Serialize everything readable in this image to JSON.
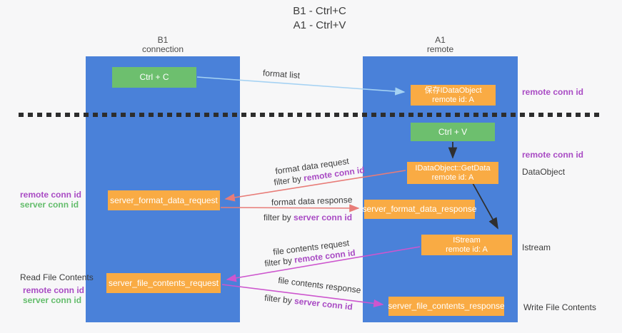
{
  "title": {
    "line1": "B1 - Ctrl+C",
    "line2": "A1 - Ctrl+V"
  },
  "lanes": {
    "left": {
      "name": "B1",
      "role": "connection"
    },
    "right": {
      "name": "A1",
      "role": "remote"
    }
  },
  "nodes": {
    "ctrl_c": {
      "label": "Ctrl + C"
    },
    "ctrl_v": {
      "label": "Ctrl + V"
    },
    "save_idataobject": {
      "line1": "保存IDataObject",
      "line2": "remote id: A"
    },
    "getdata": {
      "line1": "IDataObject::GetData",
      "line2": "remote id: A"
    },
    "istream": {
      "line1": "IStream",
      "line2": "remote id: A"
    },
    "server_format_data_request": {
      "label": "server_format_data_request"
    },
    "server_format_data_response": {
      "label": "server_format_data_response"
    },
    "server_file_contents_request": {
      "label": "server_file_contents_request"
    },
    "server_file_contents_response": {
      "label": "server_file_contents_response"
    }
  },
  "flow_labels": {
    "format_list": "format list",
    "format_data_request": "format data request",
    "filter_by_remote_1": {
      "prefix": "filter by ",
      "value": "remote conn id"
    },
    "format_data_response": "format data response",
    "filter_by_server_1": {
      "prefix": "filter by ",
      "value": "server conn id"
    },
    "file_contents_request": "file contents request",
    "filter_by_remote_2": {
      "prefix": "filter by ",
      "value": "remote conn id"
    },
    "file_contents_response": "file contents response",
    "filter_by_server_2": {
      "prefix": "filter by ",
      "value": "server conn id"
    }
  },
  "side_labels": {
    "remote_conn_id_right_top": "remote conn id",
    "remote_conn_id_right_mid": "remote conn id",
    "dataobject": "DataObject",
    "istream": "Istream",
    "write_file_contents": "Write File Contents",
    "remote_conn_id_left_top": "remote conn id",
    "server_conn_id_left_top": "server conn id",
    "read_file_contents": "Read File Contents",
    "remote_conn_id_left_bottom": "remote conn id",
    "server_conn_id_left_bottom": "server conn id"
  },
  "colors": {
    "lane_blue": "#4a81d9",
    "node_green": "#6dbf6e",
    "node_orange": "#f9ab44",
    "remote_conn_purple": "#a94bc4",
    "server_conn_green": "#64bd6c",
    "arrow_light_blue": "#a5d2f3",
    "arrow_red": "#e87c78",
    "arrow_magenta": "#cd56ce",
    "arrow_black": "#2f2f2f",
    "background": "#f7f7f8"
  }
}
